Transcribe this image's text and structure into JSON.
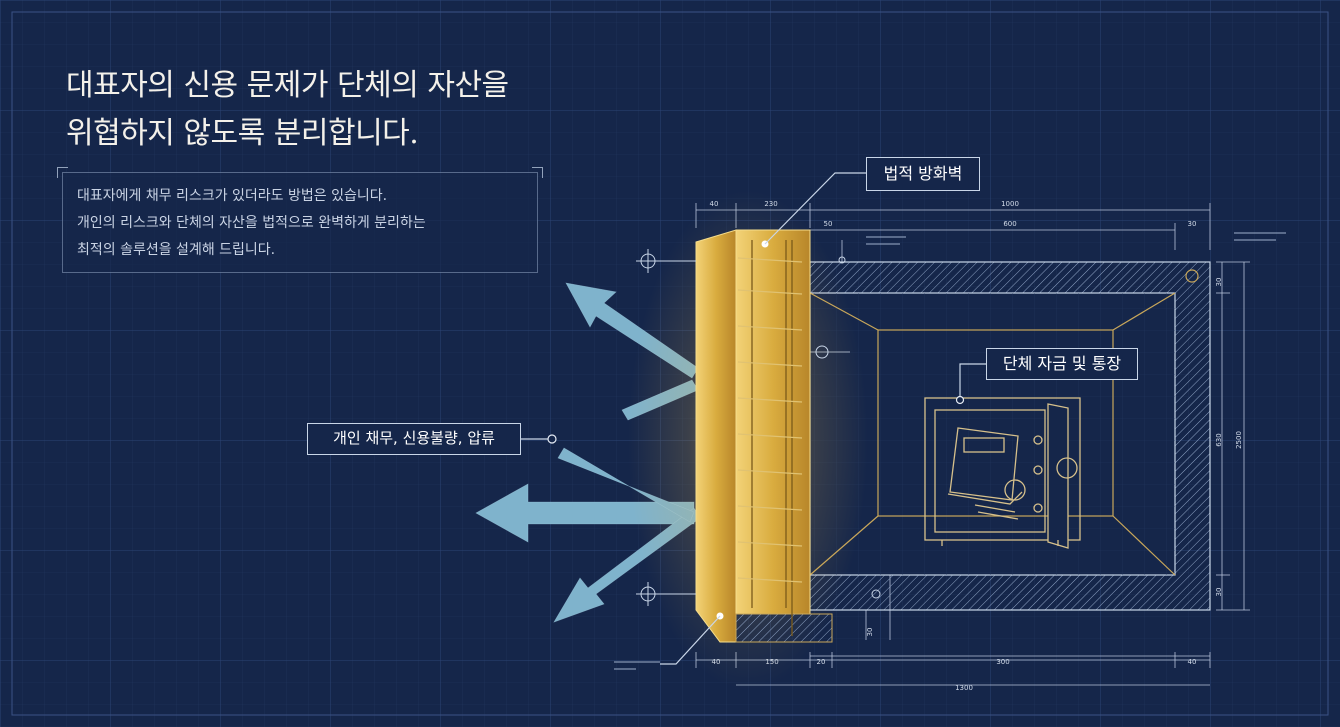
{
  "headline": {
    "line1": "대표자의 신용 문제가 단체의 자산을",
    "line2": "위협하지 않도록 분리합니다."
  },
  "description": {
    "line1": "대표자에게 채무 리스크가 있더라도 방법은 있습니다.",
    "line2": "개인의 리스크와 단체의 자산을 법적으로 완벽하게 분리하는",
    "line3": "최적의 솔루션을 설계해 드립니다."
  },
  "callouts": {
    "firewall": "법적 방화벽",
    "assets": "단체 자금 및 통장",
    "threats": "개인 채무, 신용불량, 압류"
  },
  "dimensions": {
    "top": [
      "40",
      "230",
      "1000",
      "600",
      "30",
      "50"
    ],
    "bottom": [
      "40",
      "150",
      "20",
      "300",
      "40",
      "1300"
    ],
    "right": [
      "30",
      "630",
      "2500",
      "30"
    ],
    "floor": "30"
  },
  "colors": {
    "background": "#15264a",
    "gold": "#e2b94e",
    "arrow": "#7fb3cc",
    "line": "#c9d6e8"
  }
}
